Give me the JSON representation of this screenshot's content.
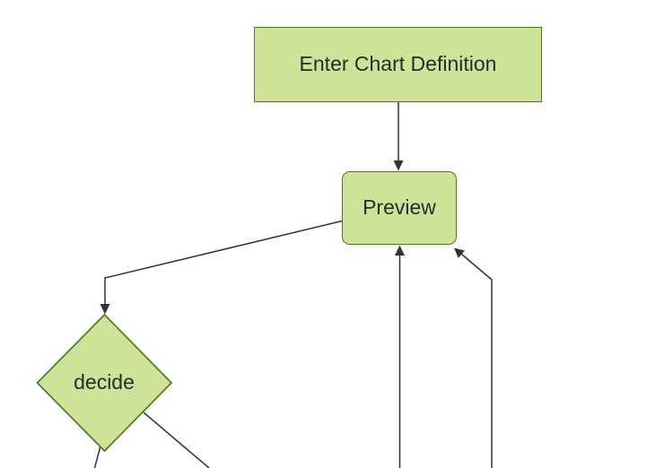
{
  "diagram": {
    "type": "flowchart",
    "nodes": [
      {
        "id": "enter-chart-definition",
        "label": "Enter Chart Definition",
        "shape": "rectangle"
      },
      {
        "id": "preview",
        "label": "Preview",
        "shape": "rounded-rectangle"
      },
      {
        "id": "decide",
        "label": "decide",
        "shape": "diamond"
      }
    ],
    "edges": [
      {
        "from": "enter-chart-definition",
        "to": "preview",
        "arrow": true
      },
      {
        "from": "preview",
        "to": "decide",
        "arrow": true
      },
      {
        "from": "offscreen-bottom-left",
        "to": "preview",
        "arrow": true
      },
      {
        "from": "offscreen-bottom-right",
        "to": "preview",
        "arrow": true
      },
      {
        "from": "decide",
        "to": "offscreen-bottom-1",
        "arrow": false
      },
      {
        "from": "decide",
        "to": "offscreen-bottom-2",
        "arrow": false
      }
    ],
    "colors": {
      "node_fill": "#cde498",
      "node_border": "#4d7c20",
      "edge": "#333333",
      "text": "#2b2b2b",
      "background": "#ffffff"
    }
  }
}
